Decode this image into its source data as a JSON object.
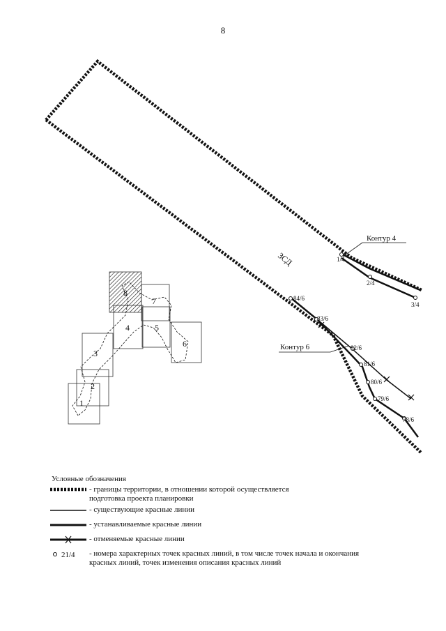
{
  "page_number": "8",
  "map": {
    "contour_labels": [
      "Контур 4",
      "Контур 6"
    ],
    "zone_label": "ЗСД",
    "points": [
      "1/4",
      "2/4",
      "3/4",
      "84/6",
      "83/6",
      "82/6",
      "81/6",
      "80/6",
      "79/6",
      "78/6"
    ],
    "inset_cells": [
      "1",
      "2",
      "3",
      "4",
      "5",
      "6",
      "7",
      "8"
    ]
  },
  "legend": {
    "title": "Условные обозначения",
    "items": [
      {
        "type": "dotted",
        "lines": [
          "- границы территории, в отношении которой осуществляется",
          "подготовка проекта планировки"
        ]
      },
      {
        "type": "thin",
        "lines": [
          "- существующие красные линии"
        ]
      },
      {
        "type": "thick",
        "lines": [
          "- устанавливаемые красные линии"
        ]
      },
      {
        "type": "cross",
        "lines": [
          "- отменяемые красные линии"
        ]
      },
      {
        "type": "point",
        "sample": "21/4",
        "lines": [
          "- номера характерных точек красных линий, в том числе точек начала и окончания",
          "красных линий, точек изменения описания красных линий"
        ]
      }
    ]
  }
}
